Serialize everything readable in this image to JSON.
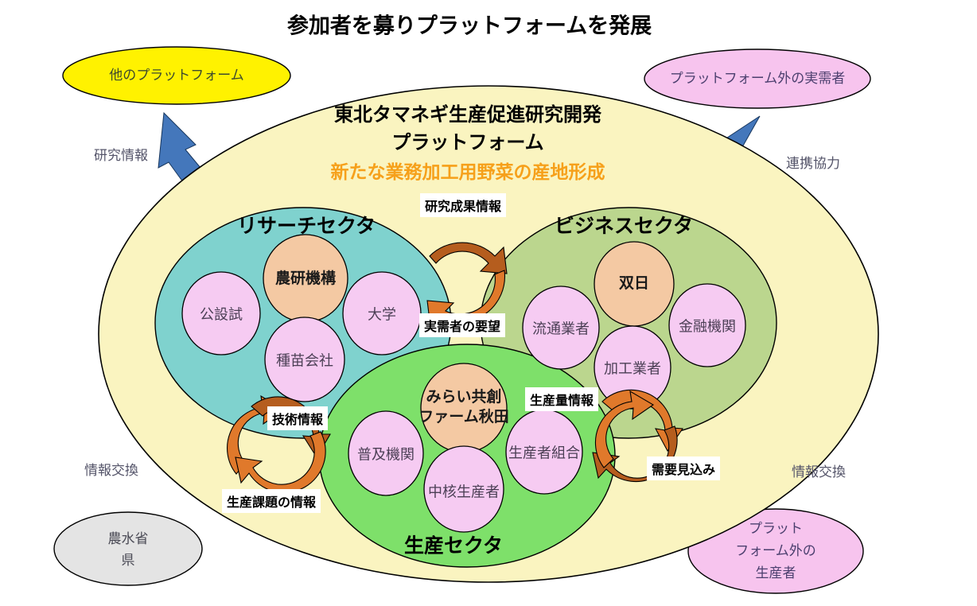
{
  "header": {
    "title": "参加者を募りプラットフォームを発展"
  },
  "platform": {
    "title_line1": "東北タマネギ生産促進研究開発",
    "title_line2": "プラットフォーム",
    "subtitle": "新たな業務加工用野菜の産地形成",
    "fill_color": "#FAF4C0"
  },
  "sectors": [
    {
      "id": "research",
      "label": "リサーチセクタ",
      "fill_color": "#7FD2CE",
      "members": [
        {
          "name": "公設試",
          "type": "member",
          "fill_color": "#F6CBF2"
        },
        {
          "name": "農研機構",
          "type": "lead",
          "fill_color": "#F4C9A3"
        },
        {
          "name": "大学",
          "type": "member",
          "fill_color": "#F6CBF2"
        },
        {
          "name": "種苗会社",
          "type": "member",
          "fill_color": "#F6CBF2"
        }
      ]
    },
    {
      "id": "business",
      "label": "ビジネスセクタ",
      "fill_color": "#BBD68E",
      "members": [
        {
          "name": "流通業者",
          "type": "member",
          "fill_color": "#F6CBF2"
        },
        {
          "name": "双日",
          "type": "lead",
          "fill_color": "#F4C9A3"
        },
        {
          "name": "加工業者",
          "type": "member",
          "fill_color": "#F6CBF2"
        },
        {
          "name": "金融機関",
          "type": "member",
          "fill_color": "#F6CBF2"
        }
      ]
    },
    {
      "id": "production",
      "label": "生産セクタ",
      "fill_color": "#7EE06A",
      "members": [
        {
          "name": "普及機関",
          "type": "member",
          "fill_color": "#F6CBF2"
        },
        {
          "name": "みらい共創\nファーム秋田",
          "name_line1": "みらい共創",
          "name_line2": "ファーム秋田",
          "type": "lead",
          "fill_color": "#F4C9A3"
        },
        {
          "name": "中核生産者",
          "type": "member",
          "fill_color": "#F6CBF2"
        },
        {
          "name": "生産者組合",
          "type": "member",
          "fill_color": "#F6CBF2"
        }
      ]
    }
  ],
  "cycle_labels": {
    "research_business_top": "研究成果情報",
    "research_business_bottom": "実需者の要望",
    "research_production_top": "技術情報",
    "research_production_bottom": "生産課題の情報",
    "business_production_top": "生産量情報",
    "business_production_bottom": "需要見込み"
  },
  "satellites": [
    {
      "id": "other-platform",
      "text": "他のプラットフォーム",
      "fill_color": "#FFF200",
      "flow_label": "研究情報",
      "position": "top-left"
    },
    {
      "id": "external-demander",
      "text": "プラットフォーム外の実需者",
      "fill_color": "#F7C4EE",
      "flow_label": "連携協力",
      "position": "top-right"
    },
    {
      "id": "ministry-prefecture",
      "text": "農水省 県",
      "line1": "農水省",
      "line2": "県",
      "fill_color": "#E4E4E4",
      "flow_label": "情報交換",
      "position": "bottom-left"
    },
    {
      "id": "external-producer",
      "text": "プラット フォーム外の 生産者",
      "line1": "プラット",
      "line2": "フォーム外の",
      "line3": "生産者",
      "fill_color": "#F7C4EE",
      "flow_label": "情報交換",
      "position": "bottom-right"
    }
  ],
  "colors": {
    "arrow_blue": "#4477BB",
    "arrow_orange": "#E0792B",
    "arrow_orange_dark": "#B55D1E",
    "outline": "#000000"
  }
}
